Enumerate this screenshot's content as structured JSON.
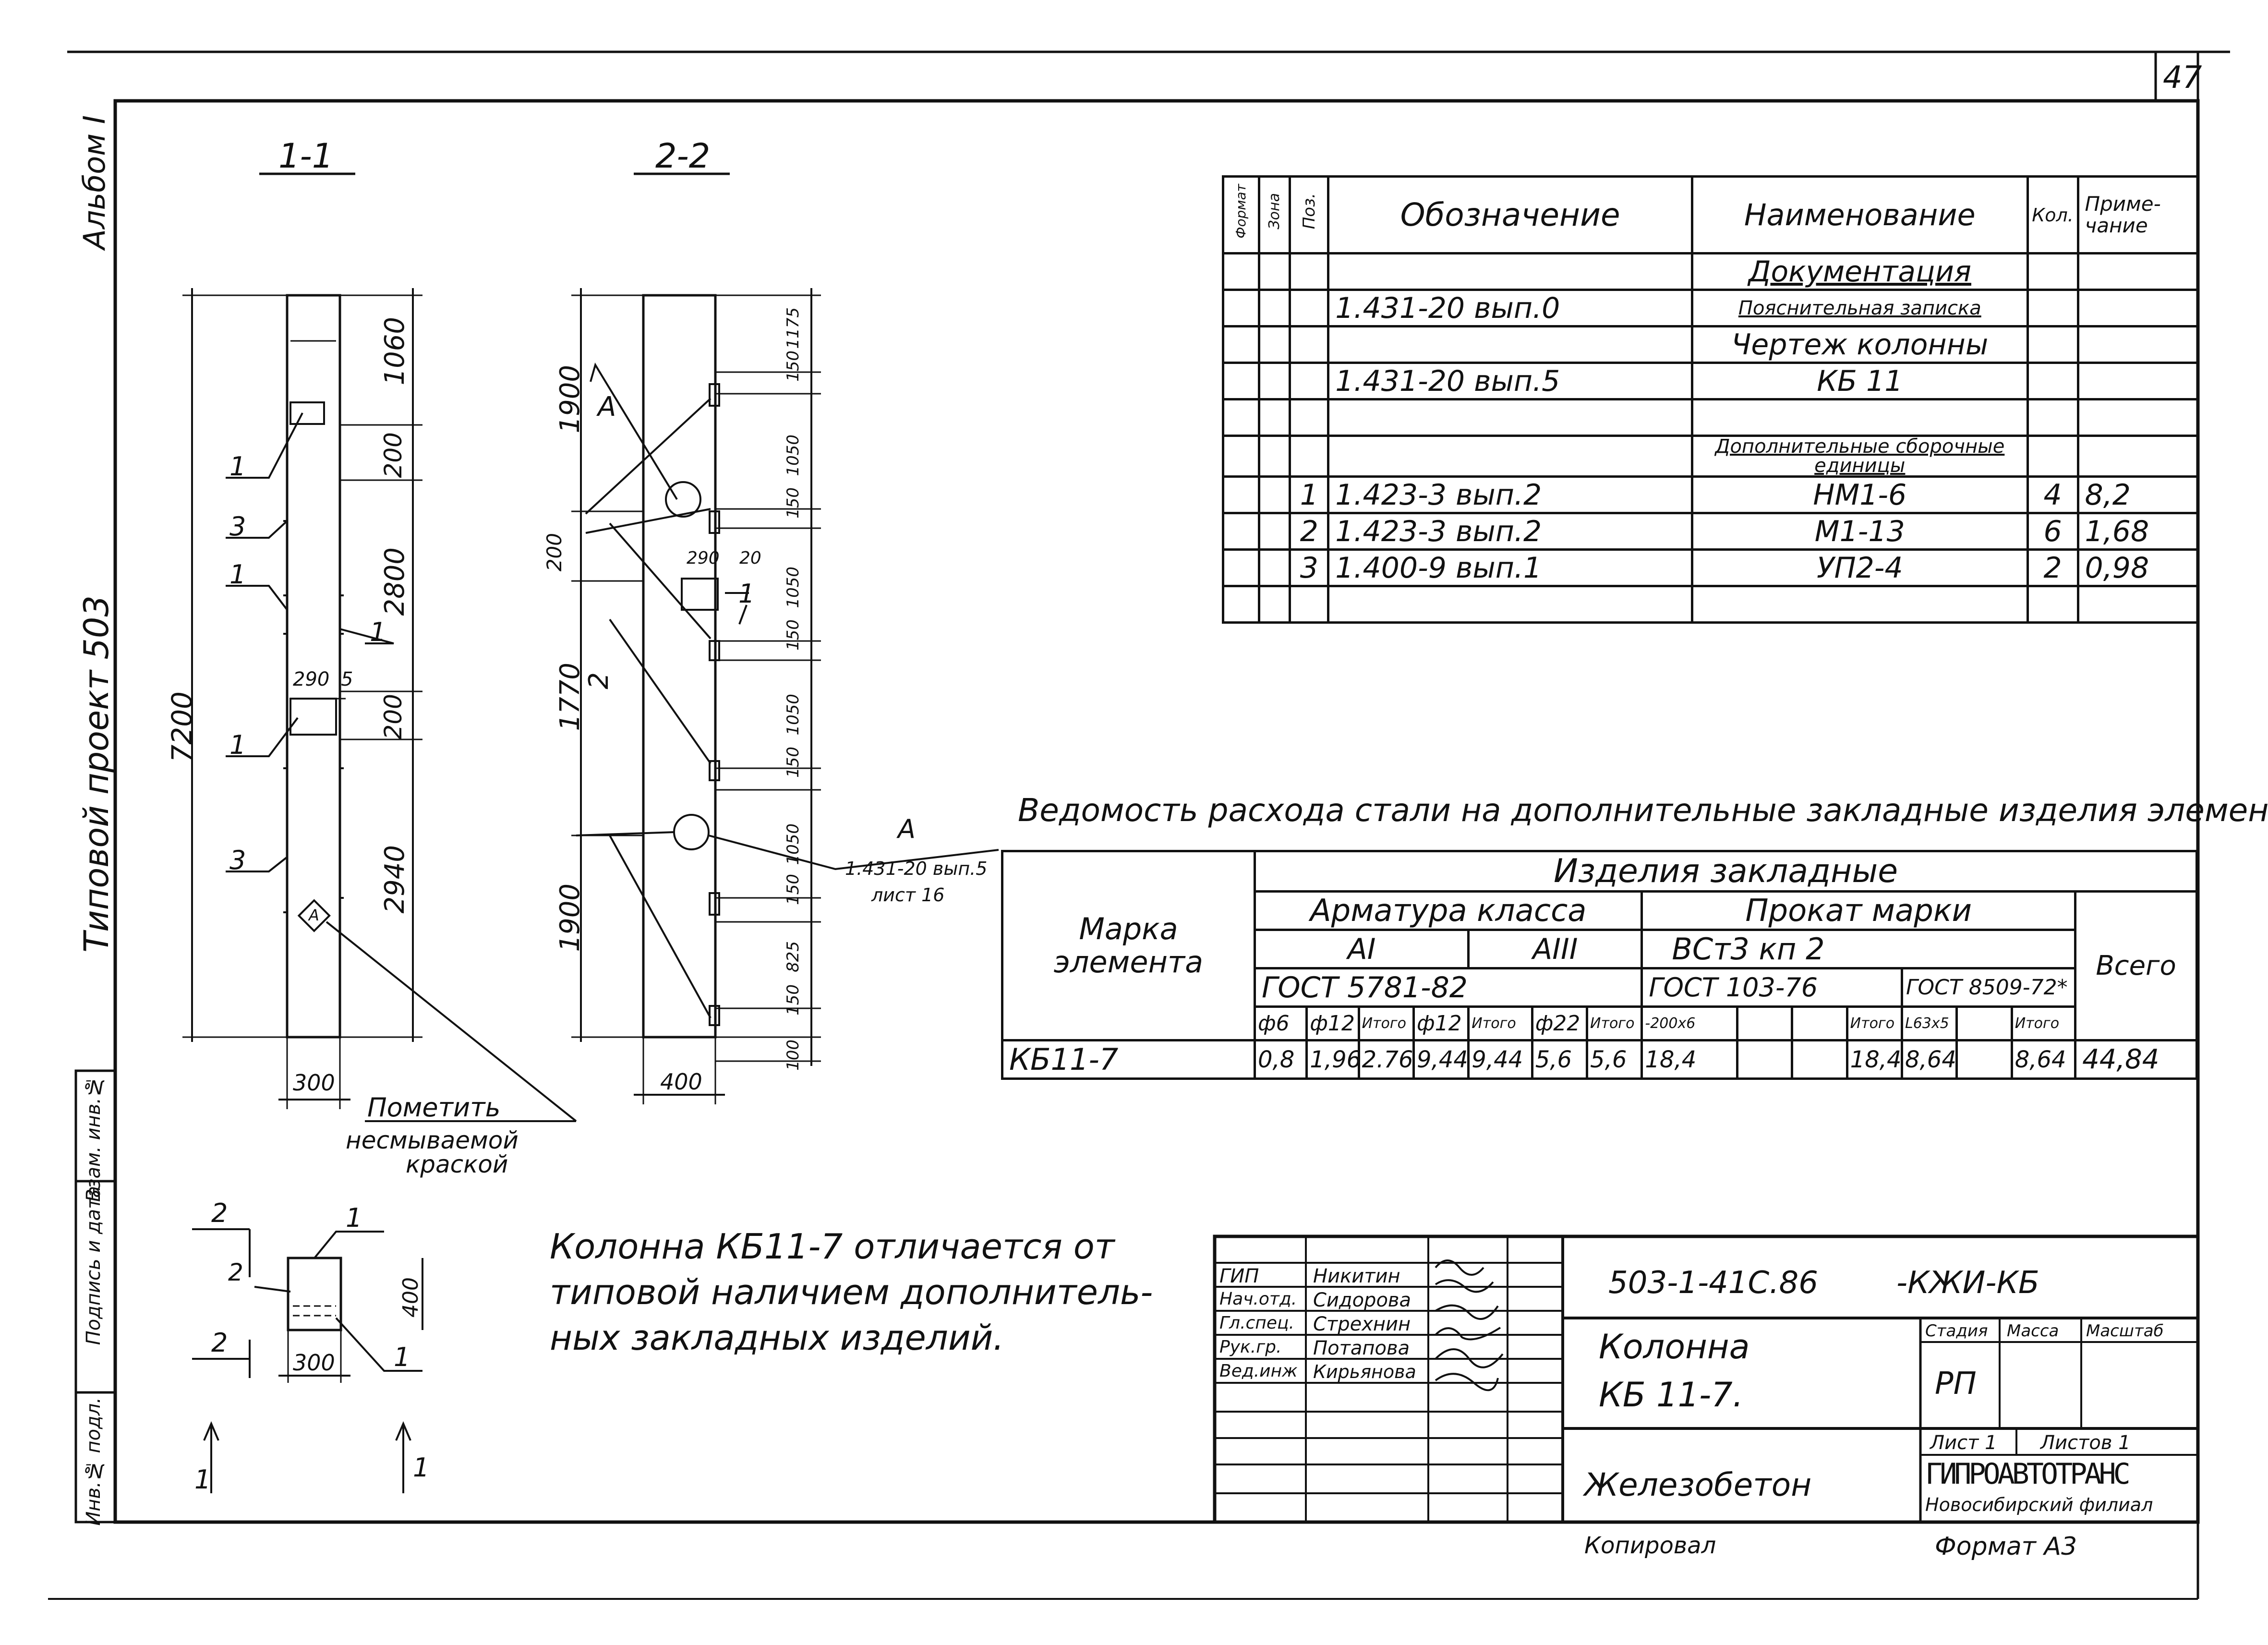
{
  "sheet_number": "47",
  "margin": {
    "album": "Альбом I",
    "project": "Типовой проект 503",
    "stamp_cells": [
      "Инв.№ подл.",
      "Подпись и дата",
      "Взам. инв.№"
    ]
  },
  "sections": {
    "s11": {
      "title": "1-1",
      "height_total": "7200",
      "segments": [
        "1060",
        "200",
        "2800",
        "200",
        "2940"
      ],
      "width": "300",
      "detail_dims": [
        "290",
        "5"
      ],
      "pos_labels": [
        "1",
        "3",
        "1",
        "1",
        "1",
        "3"
      ],
      "callout": "А",
      "note": [
        "Пометить",
        "несмываемой",
        "краской"
      ]
    },
    "s22": {
      "title": "2-2",
      "left_dims": [
        "1900",
        "200",
        "1770",
        "1900"
      ],
      "right_dims": [
        "150",
        "1175",
        "150",
        "1050",
        "150",
        "1050",
        "150",
        "1050",
        "150",
        "1050",
        "150",
        "825",
        "100"
      ],
      "detail_dims": [
        "290",
        "20"
      ],
      "width": "400",
      "pos_labels": [
        "А",
        "1",
        "2"
      ],
      "ref": [
        "А",
        "1.431-20 вып.5",
        "лист 16"
      ]
    },
    "plan": {
      "dims": [
        "300",
        "400"
      ],
      "labels": [
        "2",
        "2",
        "2",
        "1",
        "1",
        "1",
        "1"
      ]
    }
  },
  "spec": {
    "headers": [
      "Формат",
      "Зона",
      "Поз.",
      "Обозначение",
      "Наименование",
      "Кол.",
      "Приме-чание"
    ],
    "rows": [
      {
        "pos": "",
        "designation": "",
        "name": "Документация",
        "qty": "",
        "note": ""
      },
      {
        "pos": "",
        "designation": "1.431-20 вып.0",
        "name": "Пояснительная записка",
        "qty": "",
        "note": ""
      },
      {
        "pos": "",
        "designation": "",
        "name": "Чертеж колонны",
        "qty": "",
        "note": ""
      },
      {
        "pos": "",
        "designation": "1.431-20 вып.5",
        "name": "КБ 11",
        "qty": "",
        "note": ""
      },
      {
        "pos": "",
        "designation": "",
        "name": "",
        "qty": "",
        "note": ""
      },
      {
        "pos": "",
        "designation": "",
        "name": "Дополнительные сборочные единицы",
        "qty": "",
        "note": ""
      },
      {
        "pos": "1",
        "designation": "1.423-3 вып.2",
        "name": "НМ1-6",
        "qty": "4",
        "note": "8,2"
      },
      {
        "pos": "2",
        "designation": "1.423-3 вып.2",
        "name": "М1-13",
        "qty": "6",
        "note": "1,68"
      },
      {
        "pos": "3",
        "designation": "1.400-9 вып.1",
        "name": "УП2-4",
        "qty": "2",
        "note": "0,98"
      },
      {
        "pos": "",
        "designation": "",
        "name": "",
        "qty": "",
        "note": ""
      }
    ]
  },
  "steel": {
    "caption": "Ведомость расхода стали на дополнительные закладные изделия элемента,кг",
    "mark_header": "Марка элемента",
    "group": "Изделия закладные",
    "armatura": "Арматура класса",
    "prokat": "Прокат марки",
    "class_ai": "АI",
    "class_aiii": "АIII",
    "steel_grade": "ВСт3 кп 2",
    "gost_arm": "ГОСТ 5781-82",
    "gost_103": "ГОСТ 103-76",
    "gost_8509": "ГОСТ 8509-72*",
    "total_header": "Всего",
    "col_heads": [
      "ф6",
      "ф12",
      "Итого",
      "ф12",
      "Итого",
      "ф22",
      "Итого",
      "-200х6",
      "",
      "",
      "Итого",
      "L63х5",
      "",
      "Итого"
    ],
    "row": {
      "mark": "КБ11-7",
      "values": [
        "0,8",
        "1,96",
        "2.76",
        "9,44",
        "9,44",
        "5,6",
        "5,6",
        "18,4",
        "",
        "",
        "18,4",
        "8,64",
        "",
        "8,64"
      ],
      "total": "44,84"
    }
  },
  "note_text": [
    "Колонна КБ11-7 отличается от",
    "типовой наличием дополнитель-",
    "ных закладных изделий."
  ],
  "title_block": {
    "code": "503-1-41С.86",
    "code_suffix": "-КЖИ-КБ",
    "people": [
      {
        "role": "ГИП",
        "name": "Никитин"
      },
      {
        "role": "Нач.отд.",
        "name": "Сидорова"
      },
      {
        "role": "Гл.спец.",
        "name": "Стрехнин"
      },
      {
        "role": "Рук.гр.",
        "name": "Потапова"
      },
      {
        "role": "Вед.инж",
        "name": "Кирьянова"
      }
    ],
    "object": [
      "Колонна",
      "КБ 11-7."
    ],
    "material": "Железобетон",
    "stage_head": "Стадия",
    "mass_head": "Масса",
    "scale_head": "Масштаб",
    "stage": "РП",
    "sheet": "Лист 1",
    "sheets": "Листов 1",
    "org": "ГИПРОАВТОТРАНС",
    "branch": "Новосибирский филиал",
    "copied": "Копировал",
    "format": "Формат А3"
  }
}
